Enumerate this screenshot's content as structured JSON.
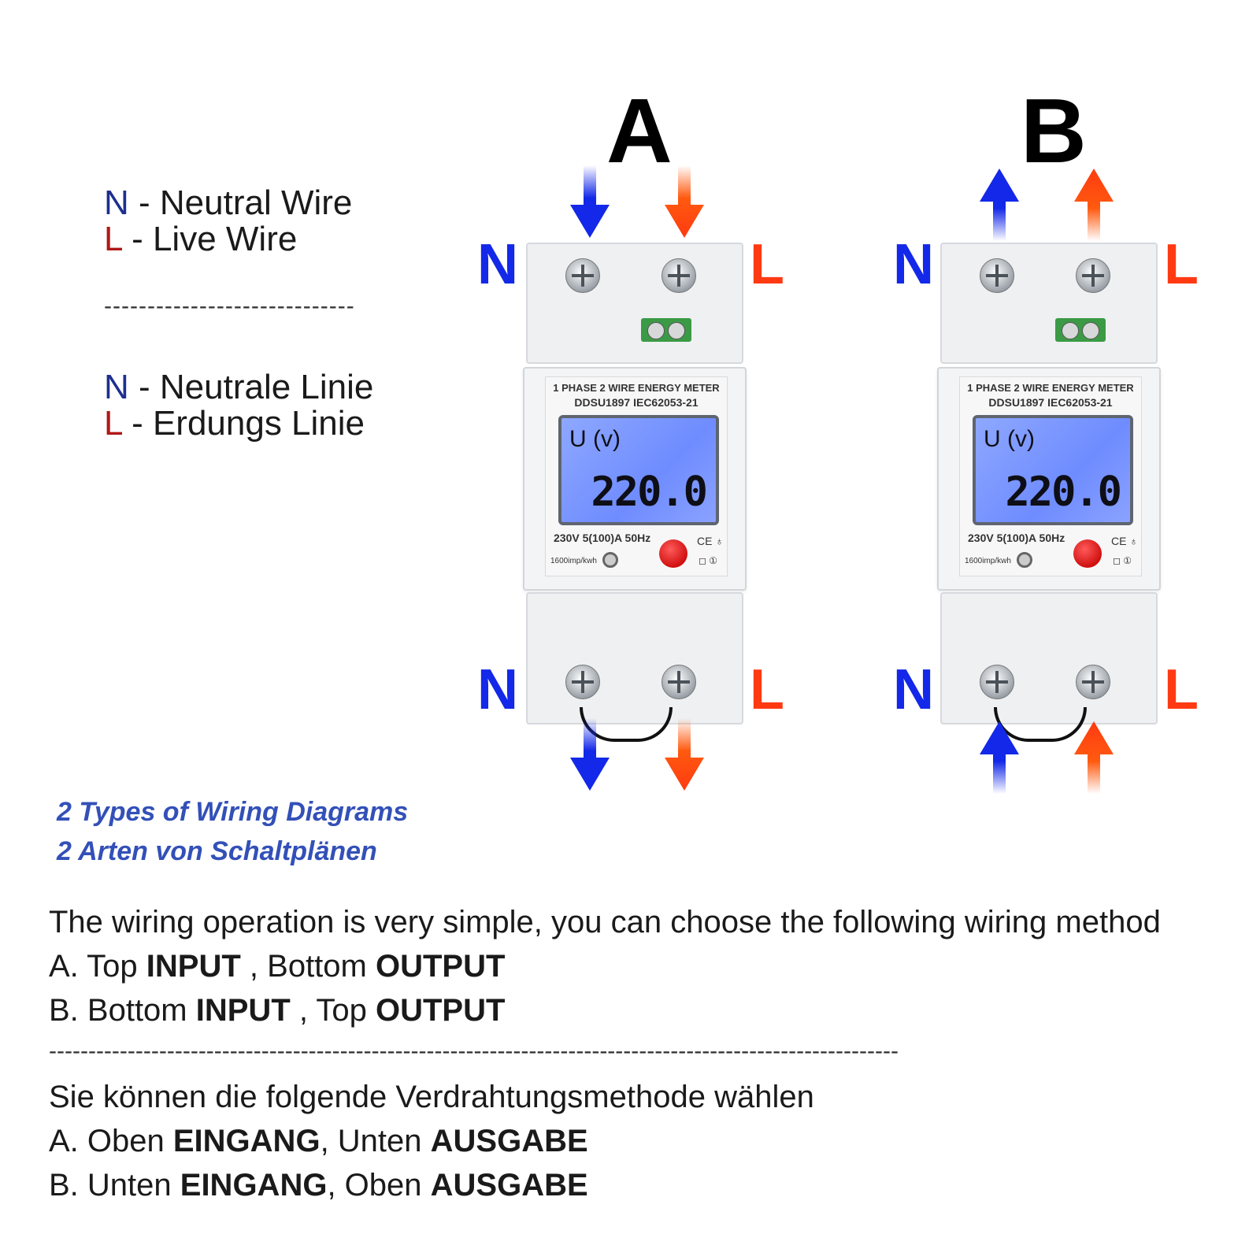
{
  "legend": {
    "en": [
      {
        "letter": "N",
        "text": " - Neutral Wire"
      },
      {
        "letter": "L",
        "text": " - Live Wire"
      }
    ],
    "separator": "-----------------------------",
    "de": [
      {
        "letter": "N",
        "text": " - Neutrale Linie"
      },
      {
        "letter": "L",
        "text": " - Erdungs Linie"
      }
    ]
  },
  "diagrams": [
    {
      "label": "A",
      "neutral": "N",
      "live": "L"
    },
    {
      "label": "B",
      "neutral": "N",
      "live": "L"
    }
  ],
  "meter": {
    "title_line1": "1 PHASE 2 WIRE ENERGY METER",
    "title_line2": "DDSU1897  IEC62053-21",
    "lcd_unit": "U  (v)",
    "lcd_value": "220.0",
    "specs": "230V   5(100)A    50Hz",
    "impulse": "1600imp/kwh",
    "cert": "CE ♁",
    "marks": "◻ ①"
  },
  "colors": {
    "neutral_arrow": "#1328e8",
    "live_arrow": "#ff4a10",
    "heading": "#3350b8"
  },
  "headings": {
    "line1": "2 Types of Wiring Diagrams",
    "line2": "2 Arten von Schaltplänen"
  },
  "english": {
    "intro": "The wiring operation is very simple, you can choose the following wiring method",
    "a_prefix": "A. Top ",
    "a_bold1": "INPUT",
    "a_mid": " , Bottom ",
    "a_bold2": "OUTPUT",
    "b_prefix": "B. Bottom ",
    "b_bold1": "INPUT",
    "b_mid": " , Top ",
    "b_bold2": "OUTPUT"
  },
  "separator_long": "------------------------------------------------------------------------------------------------------------",
  "german": {
    "intro": "Sie können die folgende Verdrahtungsmethode wählen",
    "a_prefix": "A. Oben ",
    "a_bold1": "EINGANG",
    "a_mid": ", Unten ",
    "a_bold2": "AUSGABE",
    "b_prefix": "B. Unten ",
    "b_bold1": "EINGANG",
    "b_mid": ", Oben ",
    "b_bold2": "AUSGABE"
  }
}
